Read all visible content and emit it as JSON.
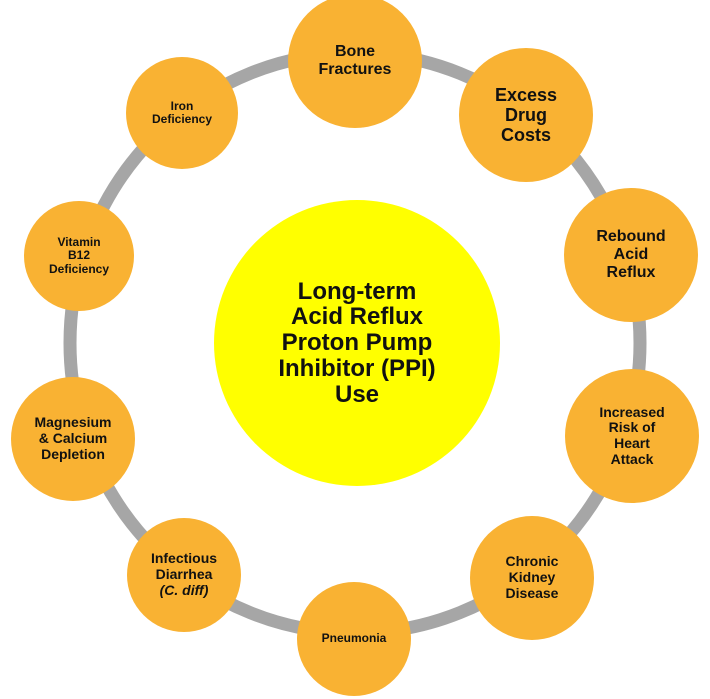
{
  "colors": {
    "center_fill": "#ffff00",
    "node_fill": "#f9b233",
    "ring_stroke": "#a6a6a6",
    "text": "#111111"
  },
  "center": {
    "lines": [
      "Long-term",
      "Acid Reflux",
      "Proton Pump",
      "Inhibitor (PPI)",
      "Use"
    ]
  },
  "effects": [
    {
      "id": "bone-fractures",
      "lines": [
        "Bone",
        "Fractures"
      ]
    },
    {
      "id": "excess-drug-costs",
      "lines": [
        "Excess",
        "Drug",
        "Costs"
      ]
    },
    {
      "id": "rebound-acid-reflux",
      "lines": [
        "Rebound",
        "Acid",
        "Reflux"
      ]
    },
    {
      "id": "heart-attack-risk",
      "lines": [
        "Increased",
        "Risk of",
        "Heart",
        "Attack"
      ]
    },
    {
      "id": "chronic-kidney-disease",
      "lines": [
        "Chronic",
        "Kidney",
        "Disease"
      ]
    },
    {
      "id": "pneumonia",
      "lines": [
        "Pneumonia"
      ]
    },
    {
      "id": "infectious-diarrhea",
      "lines": [
        "Infectious",
        "Diarrhea",
        "(C. diff)"
      ]
    },
    {
      "id": "magnesium-calcium-depletion",
      "lines": [
        "Magnesium",
        "& Calcium",
        "Depletion"
      ]
    },
    {
      "id": "vitamin-b12-deficiency",
      "lines": [
        "Vitamin",
        "B12",
        "Deficiency"
      ]
    },
    {
      "id": "iron-deficiency",
      "lines": [
        "Iron",
        "Deficiency"
      ]
    }
  ]
}
